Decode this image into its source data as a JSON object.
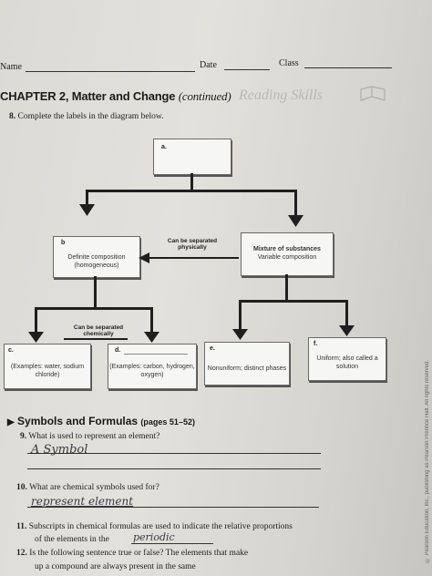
{
  "header": {
    "name_label": "Name",
    "date_label": "Date",
    "class_label": "Class"
  },
  "chapter": {
    "title": "CHAPTER 2, Matter and Change",
    "continued": "(continued)",
    "ghost_text": "Reading Skills"
  },
  "q8": {
    "number": "8.",
    "text": "Complete the labels in the diagram below."
  },
  "diagram": {
    "top_letter": "a.",
    "box_b_letter": "b",
    "box_b_text": "Definite composition (homogeneous)",
    "arrow_left_label": "Can be separated physically",
    "box_mix_text_bold": "Mixture of substances",
    "box_mix_text": "Variable composition",
    "chem_label": "Can be separated chemically",
    "c_letter": "c.",
    "c_text": "(Examples: water, sodium chloride)",
    "d_letter": "d.",
    "d_text": "(Examples: carbon, hydrogen, oxygen)",
    "e_letter": "e.",
    "e_text": "Nonuniform; distinct phases",
    "f_letter": "f.",
    "f_text": "Uniform; also called a solution"
  },
  "section": {
    "title": "Symbols and Formulas",
    "pages": "(pages 51–52)"
  },
  "questions": {
    "q9_number": "9.",
    "q9_text": "What is used to represent an element?",
    "q9_answer": "A Symbol",
    "q10_number": "10.",
    "q10_text": "What are chemical symbols used for?",
    "q10_answer": "represent element",
    "q11_number": "11.",
    "q11_text": "Subscripts in chemical formulas are used to indicate the relative proportions",
    "q11_text2": "of the elements in the",
    "q11_answer": "periodic",
    "q12_number": "12.",
    "q12_text": "Is the following sentence true or false? The elements that make",
    "q12_text2": "up a compound are always present in the same"
  },
  "sidebar": {
    "copyright": "© Pearson Education, Inc., publishing as Pearson Prentice Hall. All rights reserved."
  }
}
